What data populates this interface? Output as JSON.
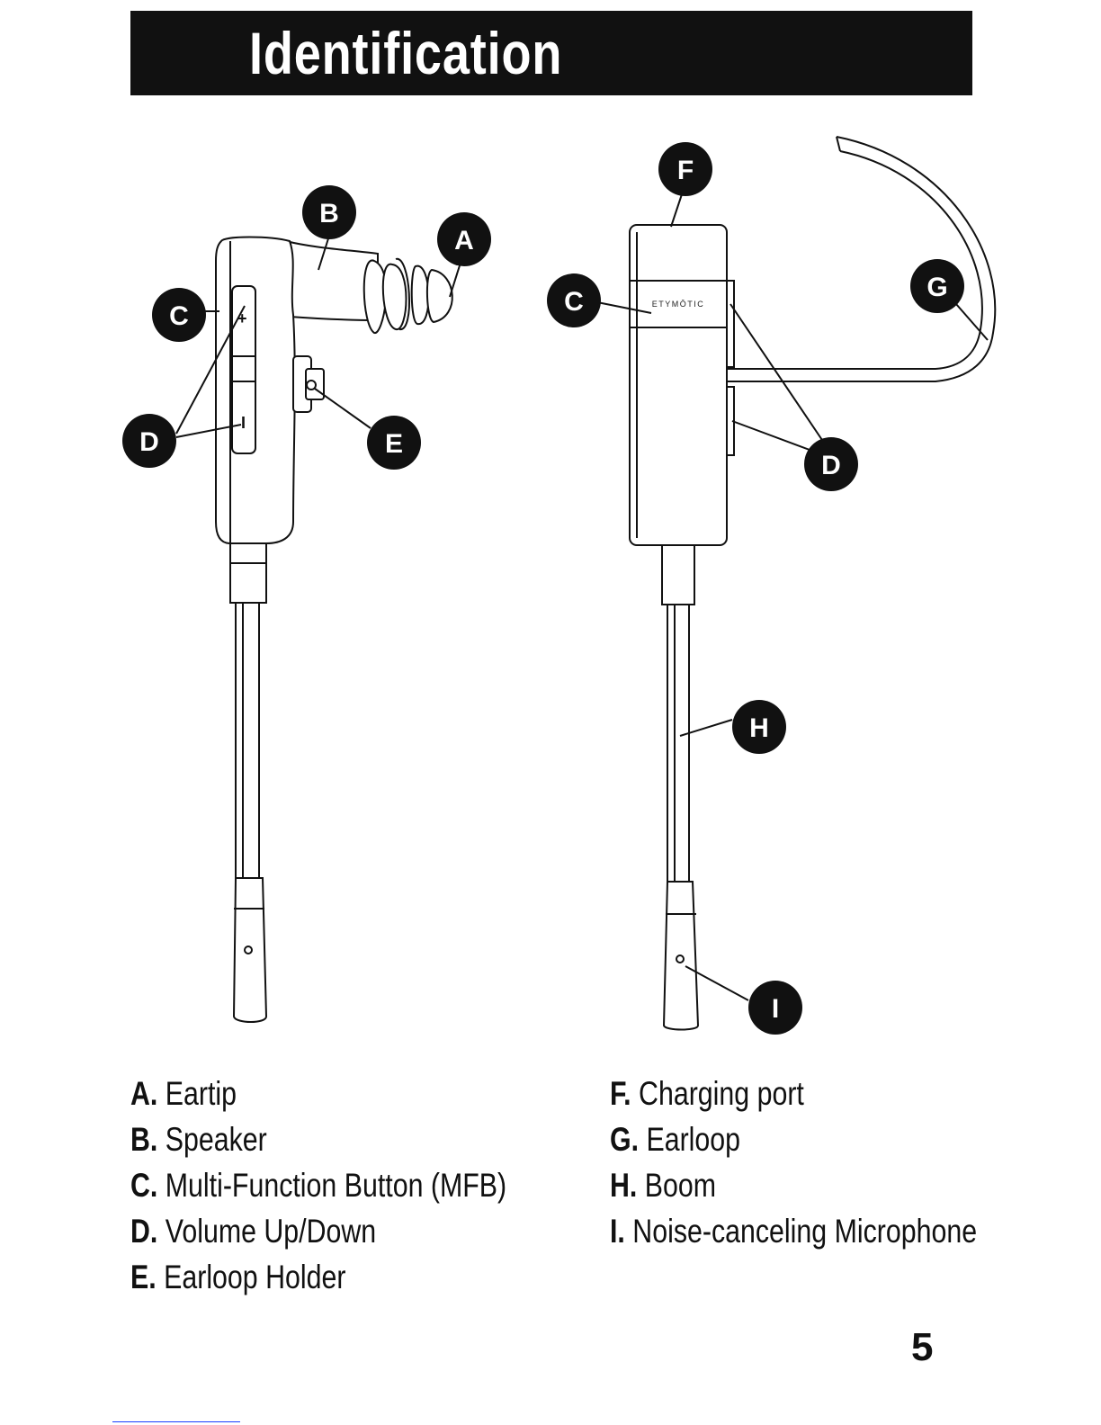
{
  "header": {
    "title": "Identification"
  },
  "diagram": {
    "brand_label": "ETYMŌTIC",
    "plus_sign": "+",
    "minus_sign": "I",
    "callouts": {
      "left": {
        "a": "A",
        "b": "B",
        "c": "C",
        "d": "D",
        "e": "E"
      },
      "right": {
        "f": "F",
        "c": "C",
        "g": "G",
        "d": "D",
        "h": "H",
        "i": "I"
      }
    }
  },
  "legend": {
    "left": [
      {
        "letter": "A.",
        "text": "Eartip"
      },
      {
        "letter": "B.",
        "text": "Speaker"
      },
      {
        "letter": "C.",
        "text": "Multi-Function Button (MFB)"
      },
      {
        "letter": "D.",
        "text": "Volume Up/Down"
      },
      {
        "letter": "E.",
        "text": "Earloop Holder"
      }
    ],
    "right": [
      {
        "letter": "F.",
        "text": "Charging port"
      },
      {
        "letter": "G.",
        "text": "Earloop"
      },
      {
        "letter": "H.",
        "text": "Boom"
      },
      {
        "letter": "I.",
        "text": "Noise-canceling Microphone"
      }
    ]
  },
  "page_number": "5"
}
